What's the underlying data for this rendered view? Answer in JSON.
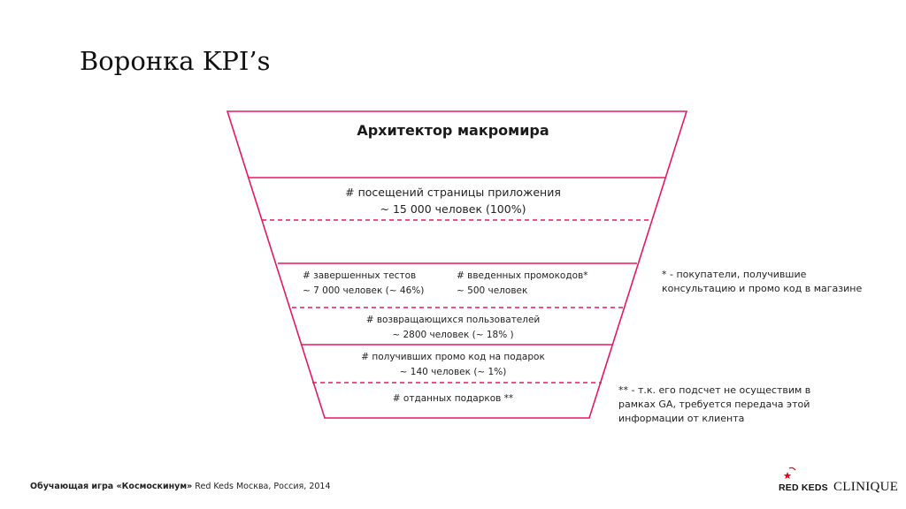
{
  "title": "Воронка KPI’s",
  "funnel": {
    "top_label": "Архитектор макромира",
    "visits": {
      "line1": "# посещений страницы приложения",
      "line2": "~ 15 000 человек (100%)"
    },
    "tests": {
      "line1": "# завершенных тестов",
      "line2": "~ 7 000 человек (~ 46%)"
    },
    "promo": {
      "line1": "# введенных промокодов*",
      "line2": "~ 500 человек"
    },
    "returning": {
      "line1": "# возвращающихся пользователей",
      "line2": "~ 2800 человек (~ 18% )"
    },
    "got_promo": {
      "line1": "# получивших промо код на подарок",
      "line2": "~ 140 человек (~ 1%)"
    },
    "gifts": {
      "line1": "# отданных подарков **"
    }
  },
  "notes": {
    "note1": {
      "line1": "* - покупатели, получившие",
      "line2": "консультацию и промо код в магазине"
    },
    "note2": {
      "line1": "** - т.к. его подсчет не осуществим в",
      "line2": "рамках GA, требуется передача этой",
      "line3": "информации от клиента"
    }
  },
  "footer": {
    "bold": "Обучающая игра «Космоскинум»",
    "rest": " Red Keds Москва, Россия, 2014"
  },
  "logos": {
    "redkeds": "RED KEDS",
    "clinique": "CLINIQUE"
  },
  "colors": {
    "funnel": "#e8195a",
    "logo_red": "#e30613"
  }
}
